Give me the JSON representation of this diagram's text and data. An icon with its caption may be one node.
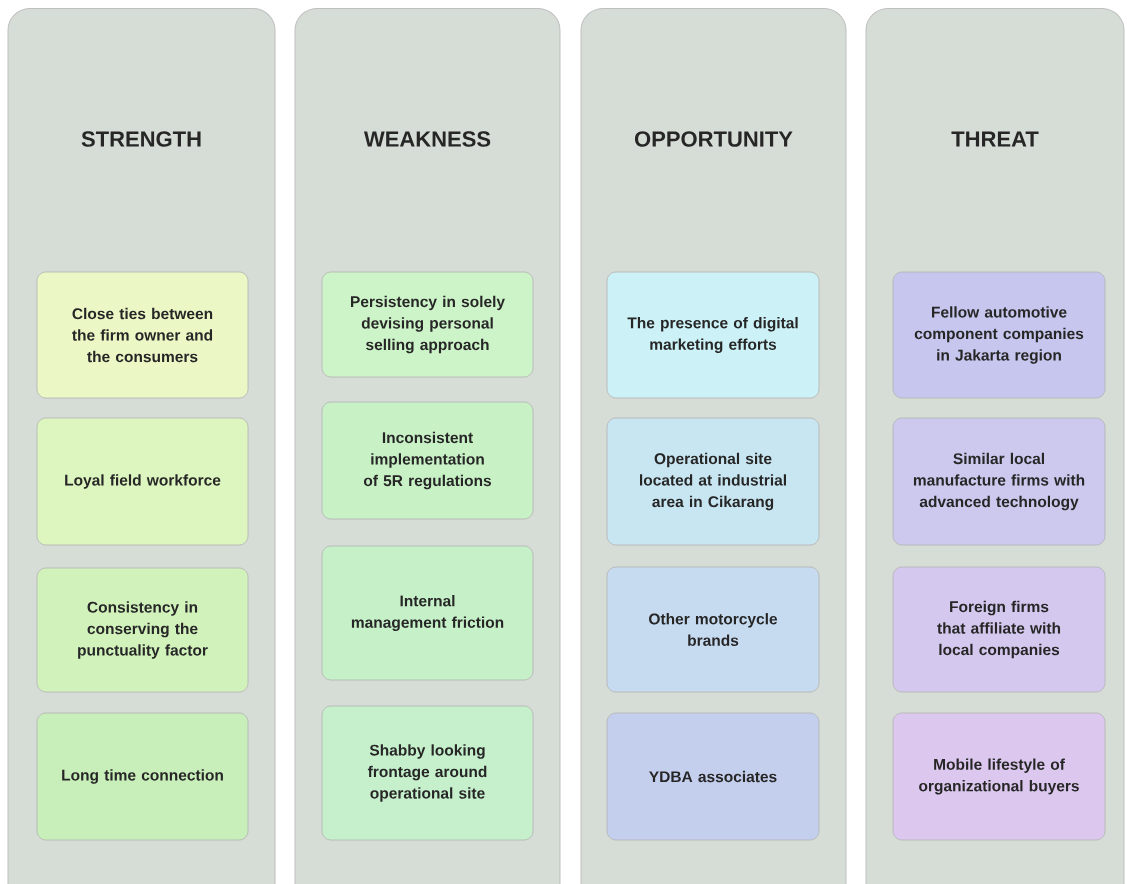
{
  "diagram": {
    "nodes": [
      {
        "text": [
          "STRENGTH"
        ]
      },
      {
        "text": [
          "Close ties between the firm owner and the consumers"
        ],
        "in": 0
      },
      {
        "text": [
          "Loyal field workforce"
        ],
        "in": 0
      },
      {
        "text": [
          "Consistency in conserving the punctuality factor"
        ],
        "in": 0
      },
      {
        "text": [
          "Long time connection"
        ],
        "in": 0
      },
      {
        "text": [
          "WEAKNESS"
        ]
      },
      {
        "text": [
          "Persistency in solely devising personal selling approach"
        ],
        "in": 5
      },
      {
        "text": [
          "Inconsistent implementation of 5R regulations"
        ],
        "in": 5
      },
      {
        "text": [
          "Internal management friction"
        ],
        "in": 5
      },
      {
        "text": [
          "Shabby looking frontage around operational site"
        ],
        "in": 5
      },
      {
        "text": [
          "OPPORTUNITY"
        ]
      },
      {
        "text": [
          "The presence of digital marketing efforts"
        ],
        "in": 10
      },
      {
        "text": [
          "Operational site located at industrial area in Cikarang"
        ],
        "in": 10
      },
      {
        "text": [
          "Other motorcycle brands"
        ],
        "in": 10
      },
      {
        "text": [
          "YDBA associates"
        ],
        "in": 10
      },
      {
        "text": [
          "THREAT"
        ]
      },
      {
        "text": [
          "Fellow automotive component companies in Jakarta region"
        ],
        "in": 15
      },
      {
        "text": [
          "Similar local manufacture firms with advanced technology"
        ],
        "in": 15
      },
      {
        "text": [
          "Foreign firms that affiliate with local companies"
        ],
        "in": 15
      },
      {
        "text": [
          "Mobile lifestyle of organizational buyers"
        ],
        "in": 15
      }
    ]
  }
}
